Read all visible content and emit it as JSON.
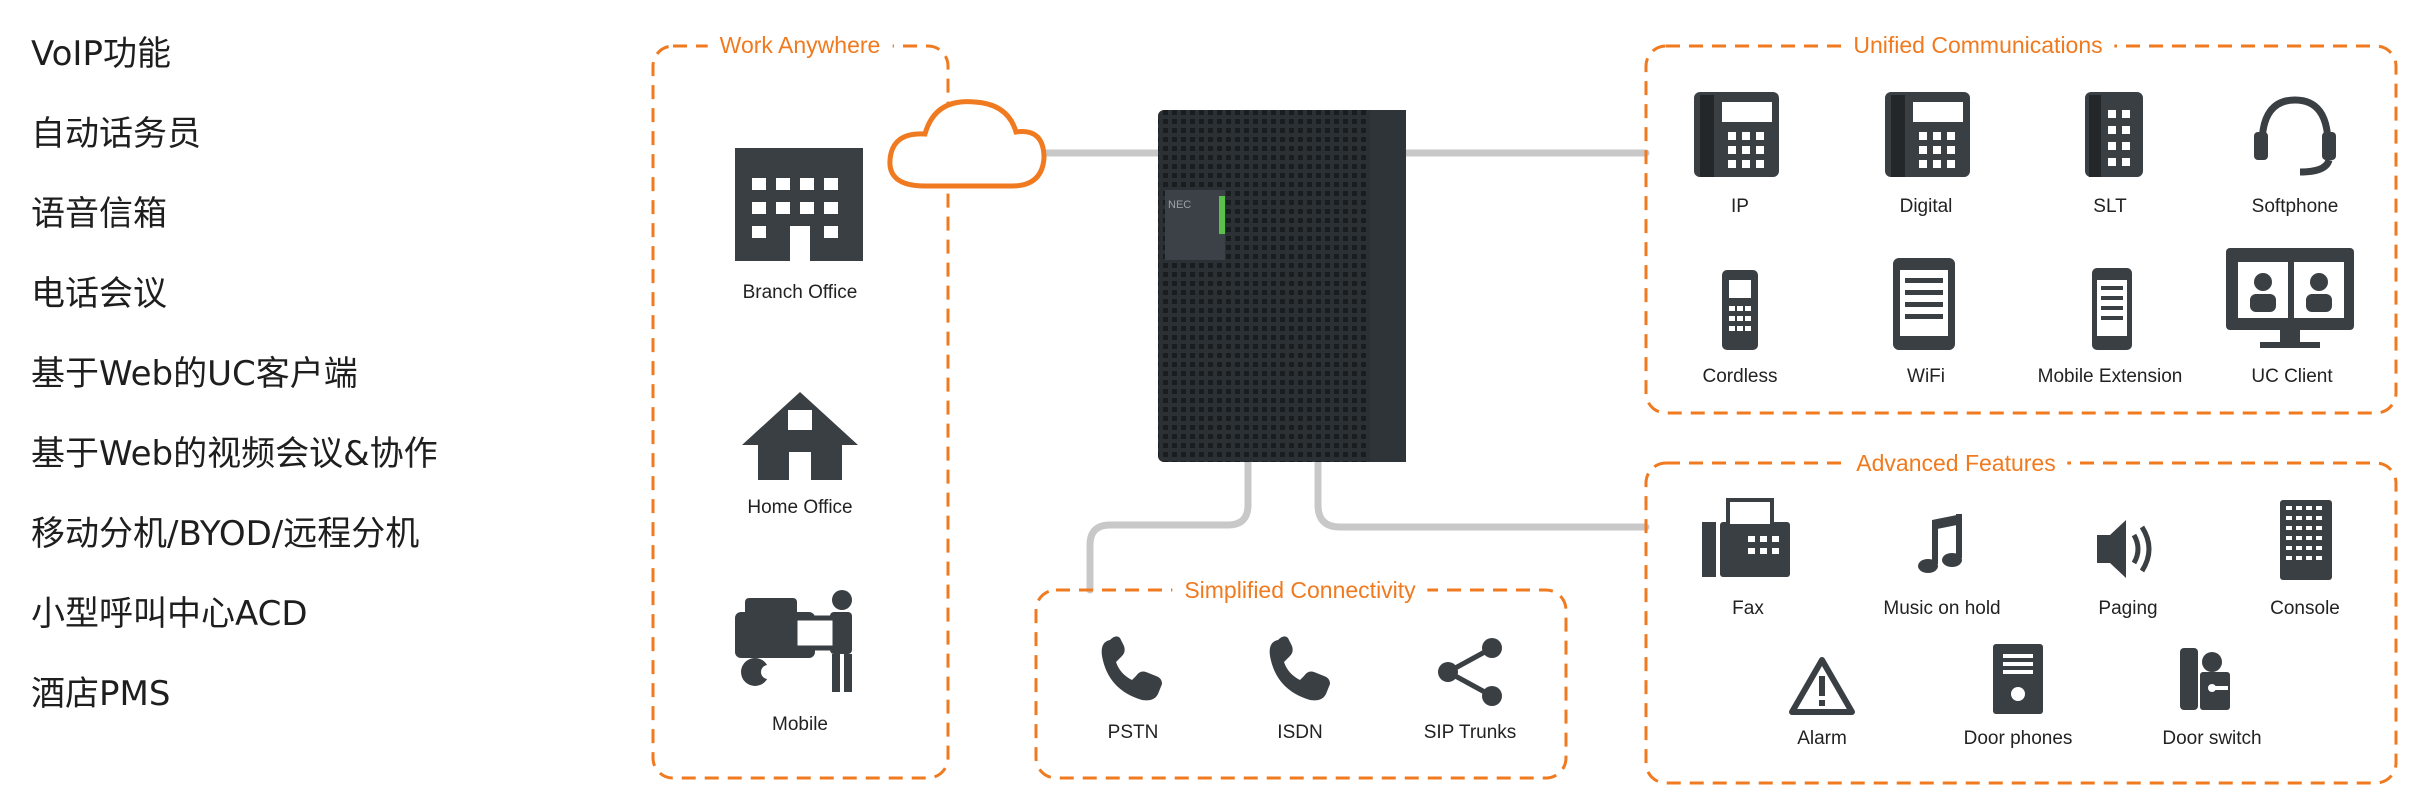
{
  "feature_list": [
    "VoIP功能",
    "自动话务员",
    "语音信箱",
    "电话会议",
    "基于Web的UC客户端",
    "基于Web的视频会议&协作",
    "移动分机/BYOD/远程分机",
    "小型呼叫中心ACD",
    "酒店PMS"
  ],
  "diagram": {
    "work_anywhere": {
      "title": "Work Anywhere",
      "items": [
        "Branch Office",
        "Home Office",
        "Mobile"
      ]
    },
    "unified_communications": {
      "title": "Unified Communications",
      "items": [
        "IP",
        "Digital",
        "SLT",
        "Softphone",
        "Cordless",
        "WiFi",
        "Mobile Extension",
        "UC Client"
      ]
    },
    "advanced_features": {
      "title": "Advanced Features",
      "items": [
        "Fax",
        "Music on hold",
        "Paging",
        "Console",
        "Alarm",
        "Door phones",
        "Door switch"
      ]
    },
    "simplified_connectivity": {
      "title": "Simplified Connectivity",
      "items": [
        "PSTN",
        "ISDN",
        "SIP Trunks"
      ]
    },
    "server_label": "NEC"
  },
  "colors": {
    "accent": "#f07a1f",
    "icon": "#3a3f44",
    "line": "#c8c8c8",
    "server": "#2b3034"
  }
}
